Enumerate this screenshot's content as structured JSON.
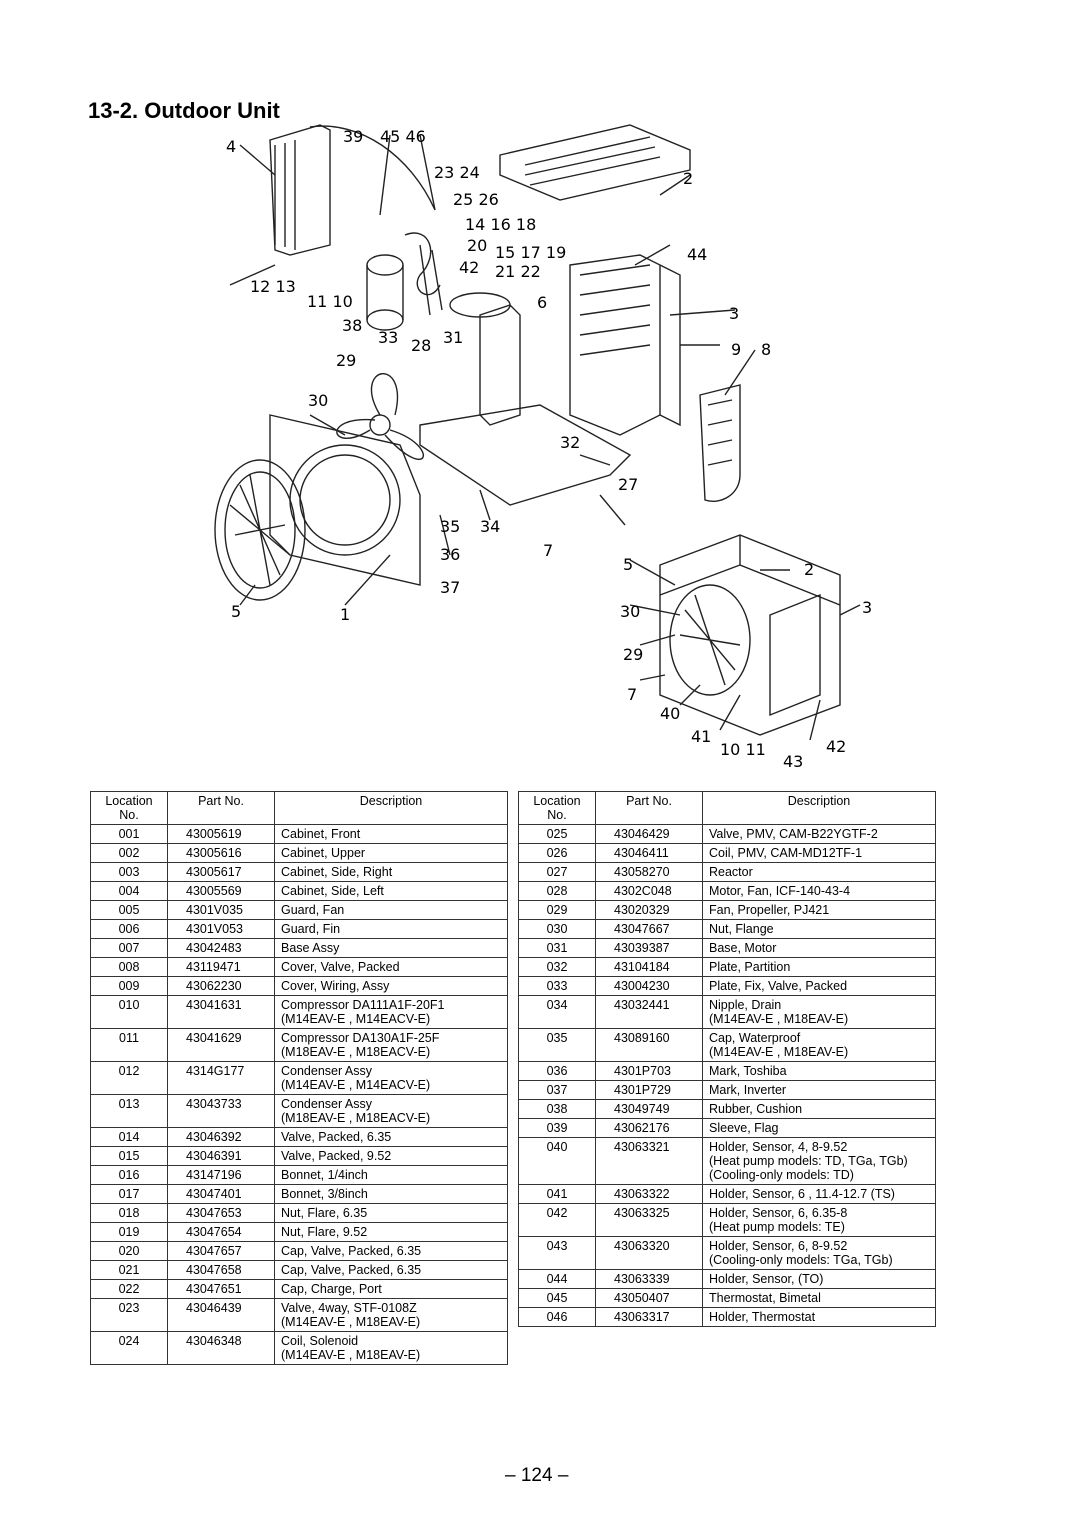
{
  "page": {
    "title": "13-2.  Outdoor Unit",
    "page_number": "– 124 –"
  },
  "diagram": {
    "callouts_upper": [
      "4",
      "39",
      "45 46",
      "23 24",
      "2",
      "25 26",
      "14 16 18",
      "20",
      "15 17 19",
      "44",
      "42",
      "21 22",
      "12 13",
      "11 10",
      "6",
      "3",
      "38",
      "33",
      "31",
      "28",
      "9",
      "8",
      "29",
      "30",
      "32",
      "27",
      "35",
      "34",
      "7",
      "36",
      "37",
      "5",
      "1"
    ],
    "callouts_lower": [
      "5",
      "2",
      "30",
      "3",
      "29",
      "7",
      "40",
      "41",
      "10 11",
      "42",
      "43"
    ]
  },
  "table_headers": [
    "Location No.",
    "Part No.",
    "Description"
  ],
  "left_rows": [
    {
      "loc": "001",
      "pn": "43005619",
      "desc": [
        "Cabinet, Front"
      ]
    },
    {
      "loc": "002",
      "pn": "43005616",
      "desc": [
        "Cabinet, Upper"
      ]
    },
    {
      "loc": "003",
      "pn": "43005617",
      "desc": [
        "Cabinet, Side, Right"
      ]
    },
    {
      "loc": "004",
      "pn": "43005569",
      "desc": [
        "Cabinet, Side, Left"
      ]
    },
    {
      "loc": "005",
      "pn": "4301V035",
      "desc": [
        "Guard, Fan"
      ]
    },
    {
      "loc": "006",
      "pn": "4301V053",
      "desc": [
        "Guard, Fin"
      ]
    },
    {
      "loc": "007",
      "pn": "43042483",
      "desc": [
        "Base Assy"
      ]
    },
    {
      "loc": "008",
      "pn": "43119471",
      "desc": [
        "Cover, Valve, Packed"
      ]
    },
    {
      "loc": "009",
      "pn": "43062230",
      "desc": [
        "Cover, Wiring, Assy"
      ]
    },
    {
      "loc": "010",
      "pn": "43041631",
      "desc": [
        "Compressor DA111A1F-20F1",
        "(M14EAV-E , M14EACV-E)"
      ]
    },
    {
      "loc": "011",
      "pn": "43041629",
      "desc": [
        "Compressor DA130A1F-25F",
        "(M18EAV-E , M18EACV-E)"
      ]
    },
    {
      "loc": "012",
      "pn": "4314G177",
      "desc": [
        "Condenser Assy",
        "(M14EAV-E , M14EACV-E)"
      ]
    },
    {
      "loc": "013",
      "pn": "43043733",
      "desc": [
        "Condenser Assy",
        "(M18EAV-E , M18EACV-E)"
      ]
    },
    {
      "loc": "014",
      "pn": "43046392",
      "desc": [
        "Valve, Packed, 6.35"
      ]
    },
    {
      "loc": "015",
      "pn": "43046391",
      "desc": [
        "Valve, Packed, 9.52"
      ]
    },
    {
      "loc": "016",
      "pn": "43147196",
      "desc": [
        "Bonnet, 1/4inch"
      ]
    },
    {
      "loc": "017",
      "pn": "43047401",
      "desc": [
        "Bonnet, 3/8inch"
      ]
    },
    {
      "loc": "018",
      "pn": "43047653",
      "desc": [
        "Nut, Flare, 6.35"
      ]
    },
    {
      "loc": "019",
      "pn": "43047654",
      "desc": [
        "Nut, Flare, 9.52"
      ]
    },
    {
      "loc": "020",
      "pn": "43047657",
      "desc": [
        "Cap, Valve, Packed, 6.35"
      ]
    },
    {
      "loc": "021",
      "pn": "43047658",
      "desc": [
        "Cap, Valve, Packed, 6.35"
      ]
    },
    {
      "loc": "022",
      "pn": "43047651",
      "desc": [
        "Cap, Charge, Port"
      ]
    },
    {
      "loc": "023",
      "pn": "43046439",
      "desc": [
        "Valve, 4way, STF-0108Z",
        "(M14EAV-E , M18EAV-E)"
      ]
    },
    {
      "loc": "024",
      "pn": "43046348",
      "desc": [
        "Coil, Solenoid",
        "(M14EAV-E , M18EAV-E)"
      ]
    }
  ],
  "right_rows": [
    {
      "loc": "025",
      "pn": "43046429",
      "desc": [
        "Valve, PMV, CAM-B22YGTF-2"
      ]
    },
    {
      "loc": "026",
      "pn": "43046411",
      "desc": [
        "Coil, PMV, CAM-MD12TF-1"
      ]
    },
    {
      "loc": "027",
      "pn": "43058270",
      "desc": [
        "Reactor"
      ]
    },
    {
      "loc": "028",
      "pn": "4302C048",
      "desc": [
        "Motor, Fan, ICF-140-43-4"
      ]
    },
    {
      "loc": "029",
      "pn": "43020329",
      "desc": [
        "Fan, Propeller, PJ421"
      ]
    },
    {
      "loc": "030",
      "pn": "43047667",
      "desc": [
        "Nut, Flange"
      ]
    },
    {
      "loc": "031",
      "pn": "43039387",
      "desc": [
        "Base, Motor"
      ]
    },
    {
      "loc": "032",
      "pn": "43104184",
      "desc": [
        "Plate, Partition"
      ]
    },
    {
      "loc": "033",
      "pn": "43004230",
      "desc": [
        "Plate, Fix, Valve, Packed"
      ]
    },
    {
      "loc": "034",
      "pn": "43032441",
      "desc": [
        "Nipple, Drain",
        "(M14EAV-E , M18EAV-E)"
      ]
    },
    {
      "loc": "035",
      "pn": "43089160",
      "desc": [
        "Cap, Waterproof",
        "(M14EAV-E , M18EAV-E)"
      ]
    },
    {
      "loc": "036",
      "pn": "4301P703",
      "desc": [
        "Mark, Toshiba"
      ]
    },
    {
      "loc": "037",
      "pn": "4301P729",
      "desc": [
        "Mark, Inverter"
      ]
    },
    {
      "loc": "038",
      "pn": "43049749",
      "desc": [
        "Rubber, Cushion"
      ]
    },
    {
      "loc": "039",
      "pn": "43062176",
      "desc": [
        "Sleeve, Flag"
      ]
    },
    {
      "loc": "040",
      "pn": "43063321",
      "desc": [
        "Holder, Sensor,   4, 8-9.52",
        "(Heat pump models: TD, TGa, TGb)",
        "(Cooling-only models: TD)"
      ]
    },
    {
      "loc": "041",
      "pn": "43063322",
      "desc": [
        "Holder, Sensor,  6 , 11.4-12.7 (TS)"
      ]
    },
    {
      "loc": "042",
      "pn": "43063325",
      "desc": [
        "Holder, Sensor,   6, 6.35-8",
        "(Heat pump models: TE)"
      ]
    },
    {
      "loc": "043",
      "pn": "43063320",
      "desc": [
        "Holder, Sensor,   6, 8-9.52",
        "(Cooling-only models: TGa, TGb)"
      ]
    },
    {
      "loc": "044",
      "pn": "43063339",
      "desc": [
        "Holder, Sensor, (TO)"
      ]
    },
    {
      "loc": "045",
      "pn": "43050407",
      "desc": [
        "Thermostat, Bimetal"
      ]
    },
    {
      "loc": "046",
      "pn": "43063317",
      "desc": [
        "Holder, Thermostat"
      ]
    }
  ]
}
